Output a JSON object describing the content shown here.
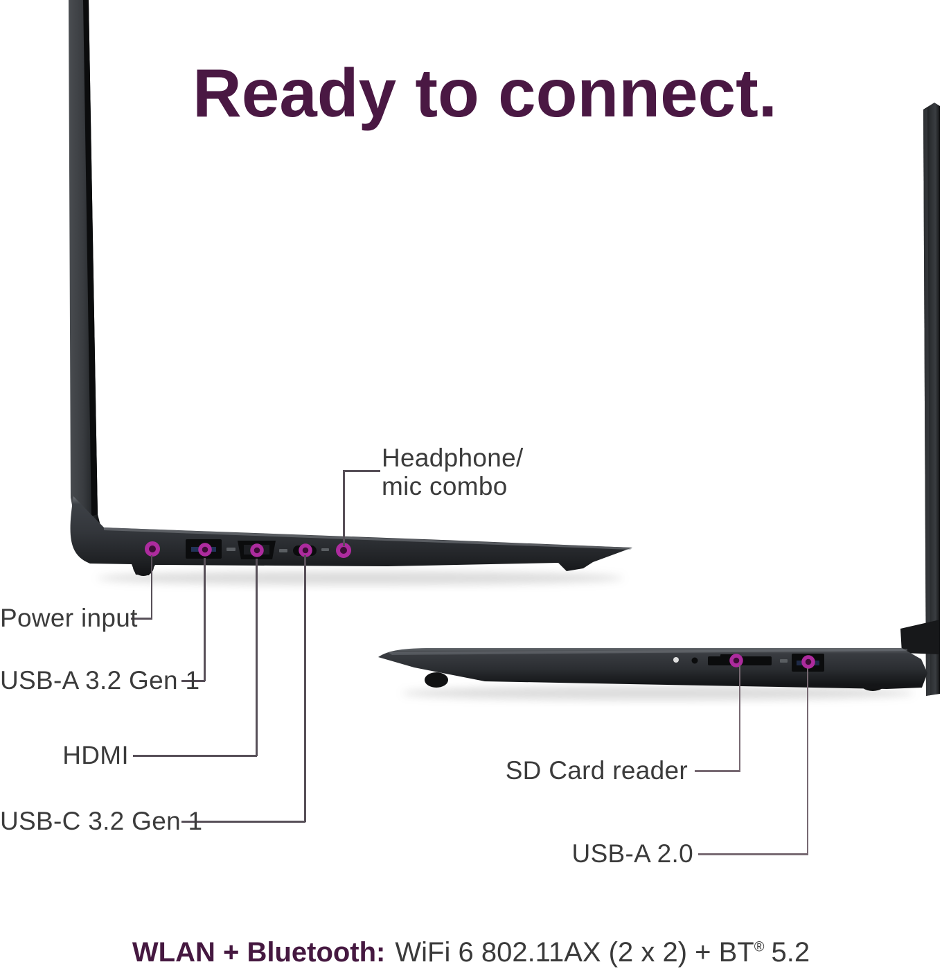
{
  "title": "Ready to connect.",
  "callouts": {
    "headphone_line1": "Headphone/",
    "headphone_line2": "mic combo",
    "power": "Power input",
    "usb_a_32": "USB-A 3.2 Gen 1",
    "hdmi": "HDMI",
    "usb_c_32": "USB-C 3.2 Gen 1",
    "sd_reader": "SD Card reader",
    "usb_a_20": "USB-A 2.0"
  },
  "footer": {
    "bold": "WLAN + Bluetooth:",
    "regular": "WiFi 6 802.11AX (2 x 2) + BT",
    "sup": "®",
    "tail": "5.2"
  },
  "ports": {
    "left_laptop": [
      "power-input-port",
      "usb-a-3-2-gen1-port",
      "hdmi-port",
      "usb-c-3-2-gen1-port",
      "headphone-mic-combo-port"
    ],
    "right_laptop": [
      "sd-card-reader-slot",
      "usb-a-2-0-port"
    ]
  },
  "colors": {
    "accent_purple": "#4a1843",
    "marker_magenta": "#ad2b9e",
    "label_gray": "#3b3b3b",
    "callout_line": "#574f58"
  }
}
